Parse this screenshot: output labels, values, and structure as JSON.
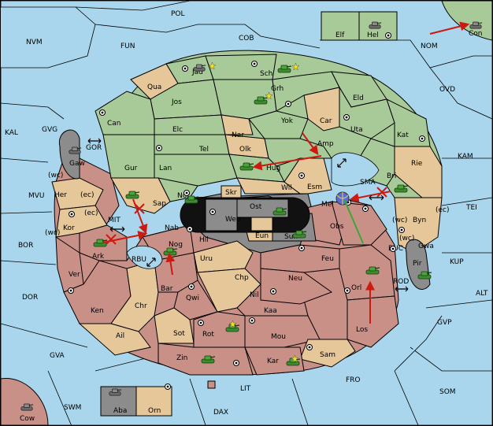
{
  "map": {
    "colors": {
      "sea": "#a9d6ec",
      "green": "#a8c998",
      "tan": "#e6c79a",
      "red": "#c99088",
      "grey": "#8c8c8c",
      "order_arrow": "#cc1a10",
      "support_line": "#3aa832"
    },
    "sea_labels": {
      "pol": "POL",
      "nvm": "NVM",
      "fun": "FUN",
      "cob": "COB",
      "nom": "NOM",
      "ovd": "OVD",
      "kal": "KAL",
      "gvg": "GVG",
      "gor": "GOR",
      "kam": "KAM",
      "mvu": "MVU",
      "mit": "MIT",
      "sma": "SMA",
      "tei": "TEI",
      "bor": "BOR",
      "rbu": "RBU",
      "buc": "BUC",
      "kup": "KUP",
      "dor": "DOR",
      "rod": "ROD",
      "alt": "ALT",
      "gvp": "GVP",
      "gva": "GVA",
      "fro": "FRO",
      "som": "SOM",
      "swm": "SWM",
      "lit": "LIT",
      "dax": "DAX"
    },
    "land_labels": {
      "elf": "Elf",
      "hel": "Hel",
      "con": "Con",
      "jad": "Jad",
      "sch": "Sch",
      "qua": "Qua",
      "grh": "Grh",
      "jos": "Jos",
      "eld": "Eld",
      "can": "Can",
      "yok": "Yok",
      "car": "Car",
      "elc": "Elc",
      "nar": "Nar",
      "uta": "Uta",
      "kat": "Kat",
      "amp": "Amp",
      "tel": "Tel",
      "olk": "Olk",
      "gaw": "Gaw",
      "gur": "Gur",
      "lan": "Lan",
      "hug": "Hug",
      "rie": "Rie",
      "bri": "Bri",
      "wc1": "(wc)",
      "her": "Her",
      "ec1": "(ec)",
      "nor": "Nor",
      "wil": "Wil",
      "esm": "Esm",
      "sap": "Sap",
      "skr": "Skr",
      "ost": "Ost",
      "mel": "Mel",
      "ec2": "(ec)",
      "kor": "Kor",
      "ec3": "(ec)",
      "web": "Web",
      "wc3": "(wc)",
      "byn": "Byn",
      "ec4": "(ec)",
      "wc2": "(wc)",
      "nab": "Nab",
      "eun": "Eun",
      "obs": "Obs",
      "hil": "Hil",
      "sun": "Sun",
      "wc4": "(wc)",
      "gwa": "Gwa",
      "ark": "Ark",
      "nog": "Nog",
      "uru": "Uru",
      "feu": "Feu",
      "pir": "Pir",
      "ver": "Ver",
      "chp": "Chp",
      "neu": "Neu",
      "orl": "Orl",
      "bar": "Bar",
      "qwi": "Qwi",
      "nil": "Nil",
      "ken": "Ken",
      "chr": "Chr",
      "kaa": "Kaa",
      "los": "Los",
      "sot": "Sot",
      "ail": "Ail",
      "rot": "Rot",
      "mou": "Mou",
      "sam": "Sam",
      "zin": "Zin",
      "kar": "Kar",
      "aba": "Aba",
      "orn": "Orn",
      "cow": "Cow"
    }
  }
}
